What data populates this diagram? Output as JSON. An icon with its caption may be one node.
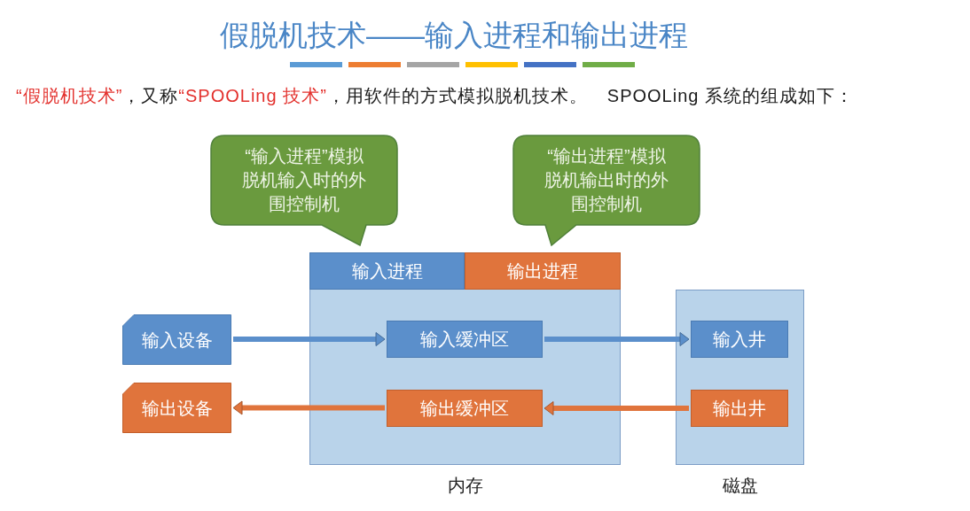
{
  "diagram": {
    "title": "假脱机技术——输入进程和输出进程",
    "nodes": [
      {
        "text": [
          "“输入进程”模拟脱机输入时的外围控制机"
        ]
      },
      {
        "text": [
          "“输出进程”模拟脱机输出时的外围控制机"
        ]
      },
      {
        "text": [
          "输入设备"
        ]
      },
      {
        "text": [
          "输出设备"
        ]
      },
      {
        "text": [
          "内存"
        ]
      },
      {
        "text": [
          "输入进程"
        ],
        "in": 4
      },
      {
        "text": [
          "输出进程"
        ],
        "in": 4
      },
      {
        "text": [
          "输入缓冲区"
        ],
        "in": 4
      },
      {
        "text": [
          "输出缓冲区"
        ],
        "in": 4
      },
      {
        "text": [
          "磁盘"
        ]
      },
      {
        "text": [
          "输入井"
        ],
        "in": 9
      },
      {
        "text": [
          "输出井"
        ],
        "in": 9
      }
    ],
    "edges": [
      {
        "from": 2,
        "to": 7,
        "arrow": "to",
        "color": "#5b8fcb"
      },
      {
        "from": 7,
        "to": 10,
        "arrow": "to",
        "color": "#5b8fcb"
      },
      {
        "from": 11,
        "to": 8,
        "arrow": "to",
        "color": "#e0743c"
      },
      {
        "from": 8,
        "to": 3,
        "arrow": "to",
        "color": "#e0743c"
      }
    ],
    "labels": [
      "“假脱机技术”",
      "，又称",
      "“SPOOLing 技术”",
      "，用软件的方式模拟脱机技术。",
      "SPOOLing 系统的组成如下："
    ]
  }
}
